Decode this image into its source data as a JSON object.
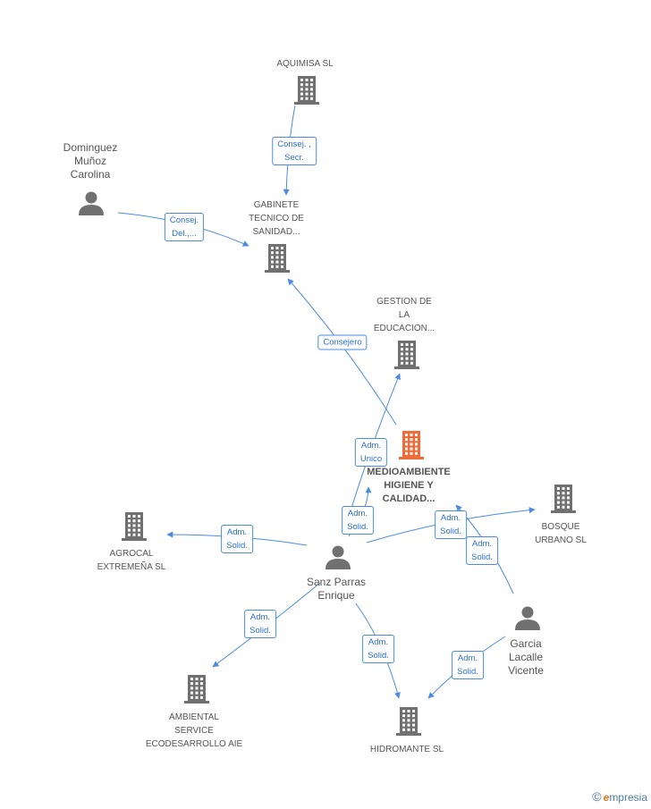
{
  "colors": {
    "building": "#707070",
    "focus_building": "#f06b3a",
    "person": "#707070",
    "edge": "#4a8be0"
  },
  "nodes": [
    {
      "id": "aquimisa",
      "label": "AQUIMISA SL",
      "kind": "company"
    },
    {
      "id": "dominguez",
      "label": "Dominguez\nMuñoz\nCarolina",
      "kind": "person"
    },
    {
      "id": "gabinete",
      "label": "GABINETE\nTECNICO DE\nSANIDAD...",
      "kind": "company"
    },
    {
      "id": "gestion",
      "label": "GESTION DE\nLA\nEDUCACION...",
      "kind": "company"
    },
    {
      "id": "medio",
      "label": "MEDIOAMBIENTE\nHIGIENE Y\nCALIDAD...",
      "kind": "focus"
    },
    {
      "id": "bosque",
      "label": "BOSQUE\nURBANO SL",
      "kind": "company"
    },
    {
      "id": "agrocal",
      "label": "AGROCAL\nEXTREMEÑA SL",
      "kind": "company"
    },
    {
      "id": "sanz",
      "label": "Sanz Parras\nEnrique",
      "kind": "person"
    },
    {
      "id": "garcia",
      "label": "Garcia\nLacalle\nVicente",
      "kind": "person"
    },
    {
      "id": "ambiental",
      "label": "AMBIENTAL\nSERVICE\nECODESARROLLO AIE",
      "kind": "company"
    },
    {
      "id": "hidromante",
      "label": "HIDROMANTE SL",
      "kind": "company"
    }
  ],
  "edges": [
    {
      "label": "Consej. ,\nSecr.",
      "from": "aquimisa",
      "to": "gabinete"
    },
    {
      "label": "Consej.\nDel.,...",
      "from": "dominguez",
      "to": "gabinete"
    },
    {
      "label": "Consejero",
      "from": "medio",
      "to": "gabinete"
    },
    {
      "label": "Adm.\nUnico",
      "from": "sanz",
      "to": "gestion"
    },
    {
      "label": "Adm.\nSolid.",
      "from": "sanz",
      "to": "medio"
    },
    {
      "label": "Adm.\nSolid.",
      "from": "sanz",
      "to": "bosque"
    },
    {
      "label": "Adm.\nSolid.",
      "from": "garcia",
      "to": "medio"
    },
    {
      "label": "Adm.\nSolid.",
      "from": "sanz",
      "to": "agrocal"
    },
    {
      "label": "Adm.\nSolid.",
      "from": "sanz",
      "to": "ambiental"
    },
    {
      "label": "Adm.\nSolid.",
      "from": "sanz",
      "to": "hidromante"
    },
    {
      "label": "Adm.\nSolid.",
      "from": "garcia",
      "to": "hidromante"
    }
  ],
  "footer": {
    "copyright": "©",
    "brand_initial": "e",
    "brand_rest": "mpresia"
  }
}
